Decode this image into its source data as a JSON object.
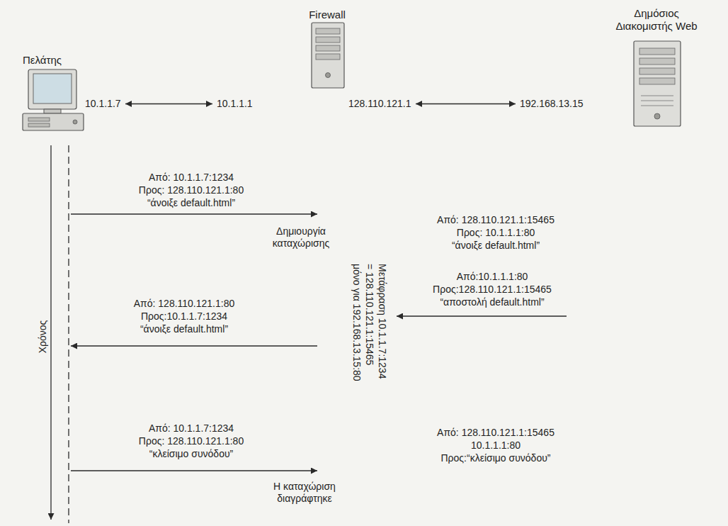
{
  "diagram": {
    "nodes": [
      {
        "text": [
          "Πελάτης",
          "10.1.1.7"
        ]
      },
      {
        "text": [
          "Firewall",
          "10.1.1.1",
          "128.110.121.1"
        ]
      },
      {
        "text": [
          "Δημόσιος Διακομιστής Web",
          "192.168.13.15"
        ]
      }
    ],
    "edges": [
      {
        "from": 0,
        "to": 1,
        "arrow": "both"
      },
      {
        "from": 1,
        "to": 2,
        "arrow": "both"
      }
    ],
    "labels": [
      "Από: 10.1.1.7:1234",
      "Προς: 128.110.121.1:80",
      "“άνοιξε default.html”",
      "Δημιουργία καταχώρισης",
      "Από: 128.110.121.1:15465",
      "Προς: 10.1.1.1:80",
      "“άνοιξε default.html”",
      "Μετάφραση 10.1.1.7:1234",
      "= 128.110.121.1:15465",
      "μόνο για 192.168.13.15:80",
      "Από:10.1.1.1:80",
      "Προς:128.110.121.1:15465",
      "“αποστολή default.html”",
      "Από: 128.110.121.1:80",
      "Προς:10.1.1.7:1234",
      "“άνοιξε default.html”",
      "Από: 10.1.1.7:1234",
      "Προς: 128.110.121.1:80",
      "“κλείσιμο συνόδου”",
      "Η καταχώριση διαγράφτηκε",
      "Από: 128.110.121.1:15465",
      "10.1.1.1:80",
      "Προς:“κλείσιμο συνόδου”",
      "Χρόνος"
    ]
  }
}
